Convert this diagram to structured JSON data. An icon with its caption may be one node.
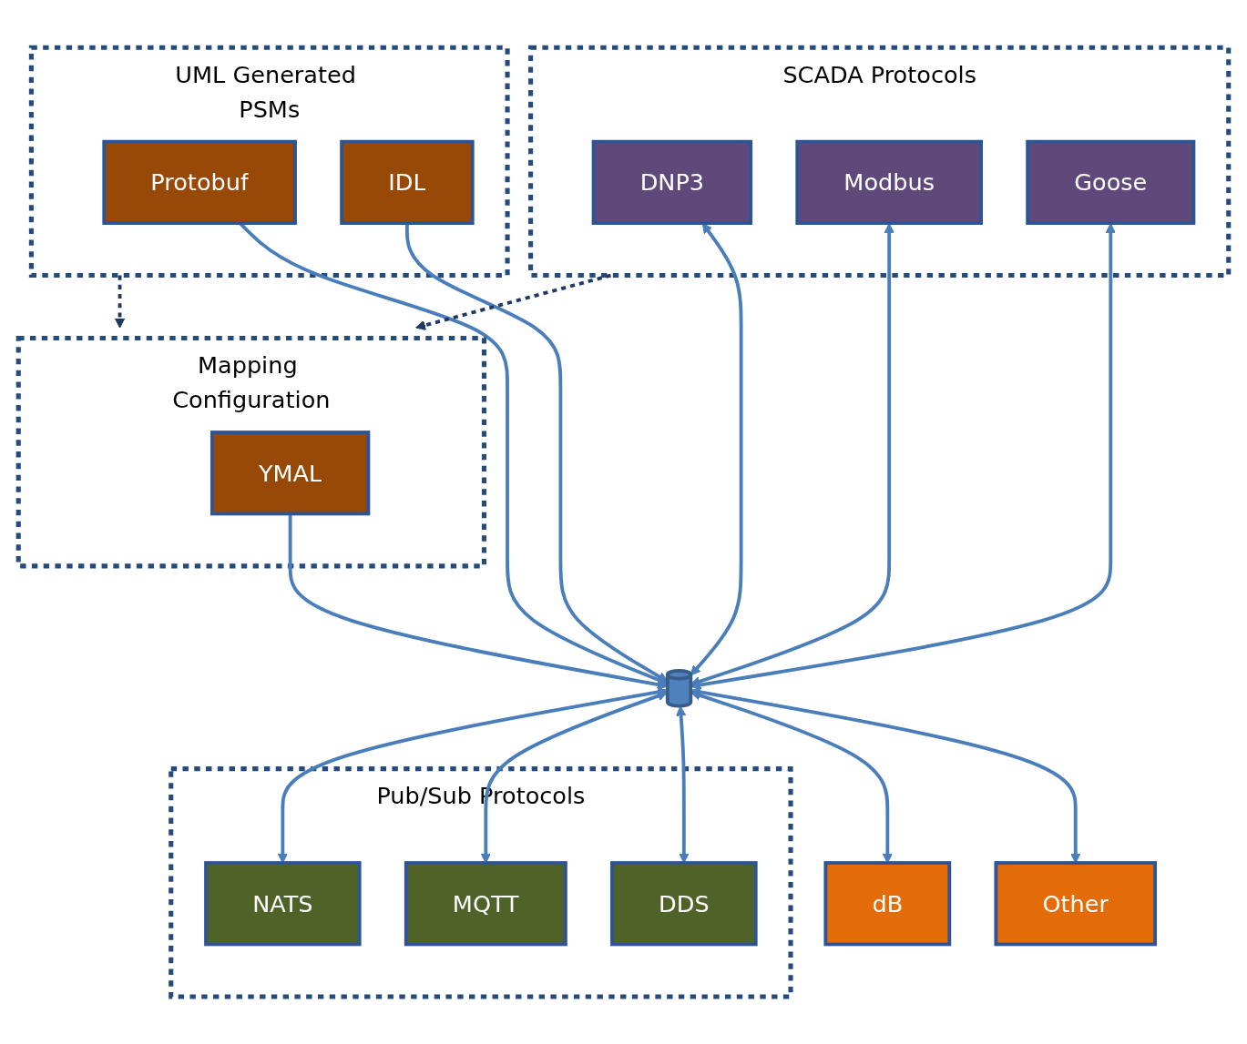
{
  "diagram": {
    "nodes": [
      {
        "text": [
          "Mapping Configuration"
        ]
      },
      {
        "text": [
          "YMAL"
        ],
        "in": 0
      },
      {
        "text": [
          "UML Generated PSMs"
        ]
      },
      {
        "text": [
          "Protobuf"
        ],
        "in": 2
      },
      {
        "text": [
          "IDL"
        ],
        "in": 2
      },
      {
        "text": [],
        "shape": "cylinder"
      },
      {
        "text": [
          "SCADA Protocols"
        ]
      },
      {
        "text": [
          "DNP3"
        ],
        "in": 6
      },
      {
        "text": [
          "Modbus"
        ],
        "in": 6
      },
      {
        "text": [
          "Goose"
        ],
        "in": 6
      },
      {
        "text": [
          "Pub/Sub Protocols"
        ]
      },
      {
        "text": [
          "NATS"
        ],
        "in": 10
      },
      {
        "text": [
          "MQTT"
        ],
        "in": 10
      },
      {
        "text": [
          "DDS"
        ],
        "in": 10
      },
      {
        "text": [
          "dB"
        ]
      },
      {
        "text": [
          "Other"
        ]
      }
    ],
    "edges": [
      {
        "from": 2,
        "to": 0,
        "arrow": "to",
        "style": "dashed",
        "color": "#1f3864"
      },
      {
        "from": 6,
        "to": 0,
        "arrow": "to",
        "style": "dashed",
        "color": "#1f3864"
      },
      {
        "from": 1,
        "to": 5,
        "arrow": "to"
      },
      {
        "from": 3,
        "to": 5,
        "arrow": "to"
      },
      {
        "from": 4,
        "to": 5,
        "arrow": "to"
      },
      {
        "from": 7,
        "to": 5,
        "arrow": "both"
      },
      {
        "from": 8,
        "to": 5,
        "arrow": "both"
      },
      {
        "from": 9,
        "to": 5,
        "arrow": "both"
      },
      {
        "from": 5,
        "to": 11,
        "arrow": "both"
      },
      {
        "from": 5,
        "to": 12,
        "arrow": "both"
      },
      {
        "from": 5,
        "to": 13,
        "arrow": "both"
      },
      {
        "from": 5,
        "to": 14,
        "arrow": "both"
      },
      {
        "from": 5,
        "to": 15,
        "arrow": "both"
      }
    ]
  }
}
